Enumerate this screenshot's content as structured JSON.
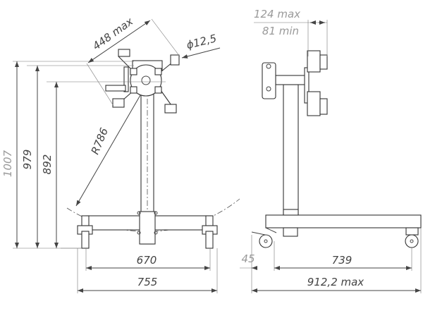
{
  "front_view": {
    "dimensions": {
      "overall_height": "1007",
      "height_2": "979",
      "height_3": "892",
      "head_span": "448 max",
      "hole_diameter": "ϕ12,5",
      "swing_radius": "R786",
      "caster_spacing": "670",
      "overall_width": "755"
    }
  },
  "side_view": {
    "dimensions": {
      "head_offset_max": "124 max",
      "head_offset_min": "81 min",
      "caster_offset": "45",
      "wheelbase": "739",
      "overall_length": "912,2 max"
    }
  },
  "colors": {
    "line": "#444444",
    "text": "#444444"
  }
}
